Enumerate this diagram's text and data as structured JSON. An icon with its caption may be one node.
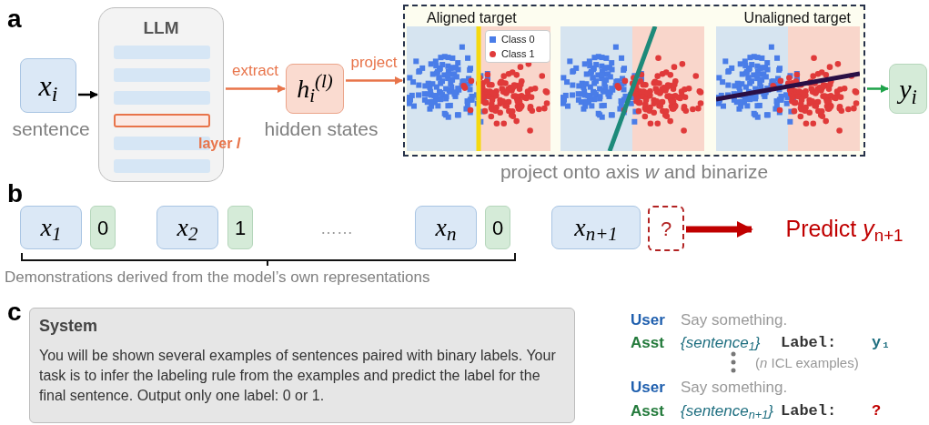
{
  "diagram": {
    "nodes": [
      {
        "text": [
          "x$_{i}$"
        ],
        "beside": [
          "sentence"
        ]
      },
      {
        "text": [
          "LLM"
        ]
      },
      {
        "text": [
          "h$_{i}$$^{(l)}$"
        ],
        "beside": [
          "hidden states"
        ]
      },
      {
        "text": [
          "Aligned target",
          "Unaligned target"
        ],
        "beside": [
          "project onto axis *w* and binarize"
        ]
      },
      {
        "text": [
          "y$_{i}$"
        ]
      },
      {
        "text": [
          "x$_{1}$"
        ]
      },
      {
        "text": [
          "0"
        ]
      },
      {
        "text": [
          "x$_{2}$"
        ]
      },
      {
        "text": [
          "1"
        ]
      },
      {
        "text": [
          "x$_{n}$"
        ]
      },
      {
        "text": [
          "0"
        ]
      },
      {
        "text": [
          "x$_{n+1}$"
        ]
      },
      {
        "text": [
          "?"
        ]
      },
      {
        "text": [
          "Predict *y*$_{n+1}$"
        ]
      },
      {
        "text": [
          "System",
          "You will be shown several examples of sentences paired with binary labels. Your task is to infer the labeling rule from the examples and predict the label for the final sentence. Output only one label: 0 or 1."
        ]
      },
      {
        "text": [],
        "shape": "bar",
        "in": 1
      },
      {
        "text": [],
        "shape": "bar",
        "in": 1
      },
      {
        "text": [],
        "shape": "bar",
        "in": 1
      },
      {
        "text": [],
        "shape": "bar",
        "in": 1
      },
      {
        "text": [],
        "shape": "bar",
        "in": 1
      },
      {
        "text": [],
        "shape": "bar",
        "in": 1
      }
    ],
    "edges": [
      {
        "from": 0,
        "to": 1,
        "arrow": "to",
        "color": "#000000"
      },
      {
        "from": 1,
        "to": 2,
        "arrow": "to",
        "label": "extract",
        "color": "#e8744a"
      },
      {
        "from": 2,
        "to": 3,
        "arrow": "to",
        "label": "project",
        "color": "#e8744a"
      },
      {
        "from": 3,
        "to": 4,
        "arrow": "to",
        "color": "#1fa34a"
      },
      {
        "from": 12,
        "to": 13,
        "arrow": "to",
        "style": "thick",
        "color": "#c00000"
      }
    ],
    "labels": [
      "a",
      "layer *l*",
      "b",
      "……",
      "Demonstrations derived from the model’s own representations",
      "c",
      "User",
      "Say something.",
      "Asst",
      "{sentence$_{1}$}",
      "Label:",
      "y₁",
      "(*n* ICL examples)",
      "User",
      "Say something.",
      "Asst",
      "{sentence$_{n+1}$}",
      "Label:",
      "?"
    ],
    "legend": [
      {
        "text": "Class 0"
      },
      {
        "text": "Class 1"
      }
    ]
  }
}
